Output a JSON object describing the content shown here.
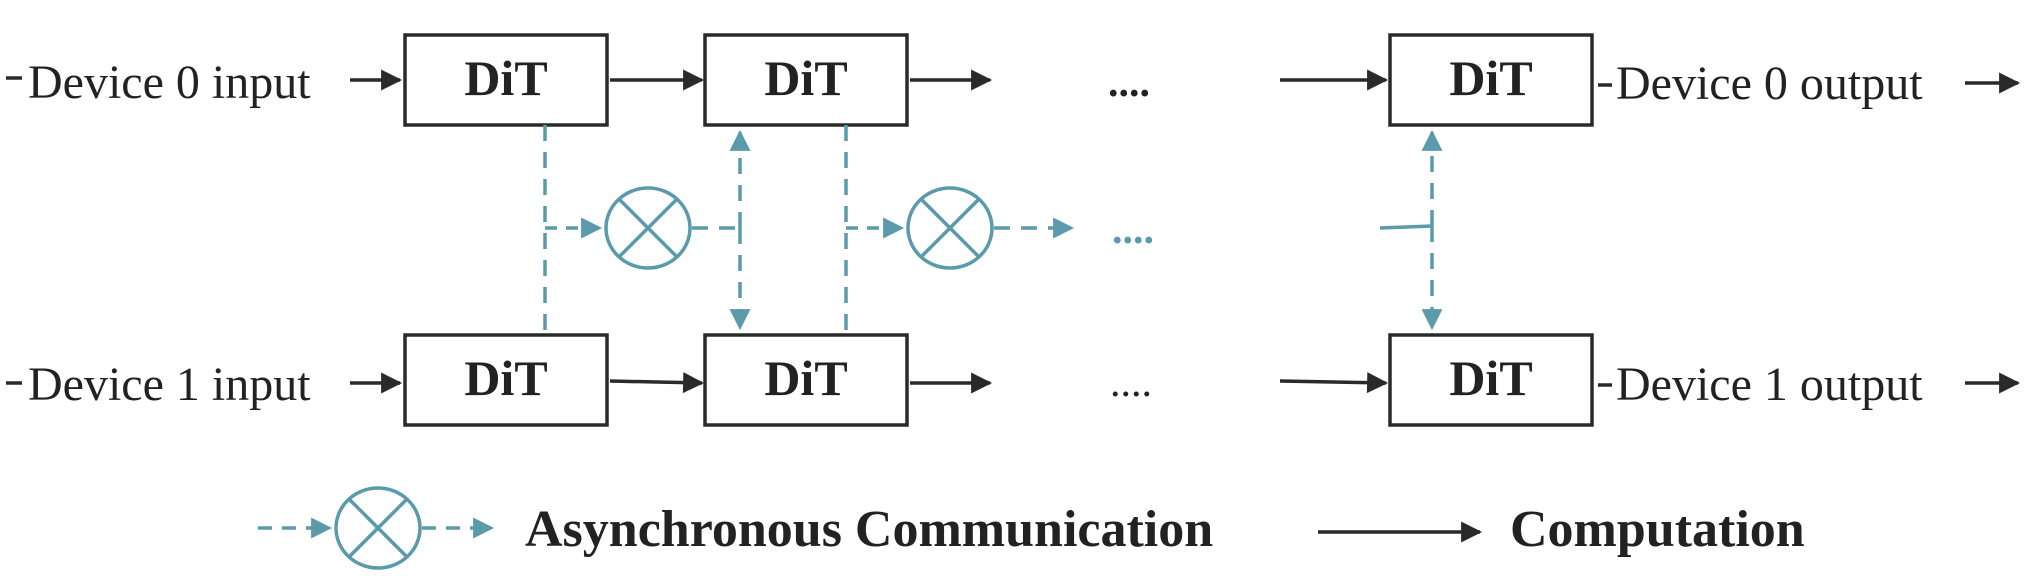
{
  "block_label": "DiT",
  "inputs": [
    "Device 0 input",
    "Device 1 input"
  ],
  "outputs": [
    "Device 0 output",
    "Device 1 output"
  ],
  "ellipsis": "....",
  "colors": {
    "communication": "#5b9aab",
    "computation": "#2a2a2a"
  },
  "legend": {
    "communication_label": "Asynchronous Communication",
    "computation_label": "Computation"
  }
}
